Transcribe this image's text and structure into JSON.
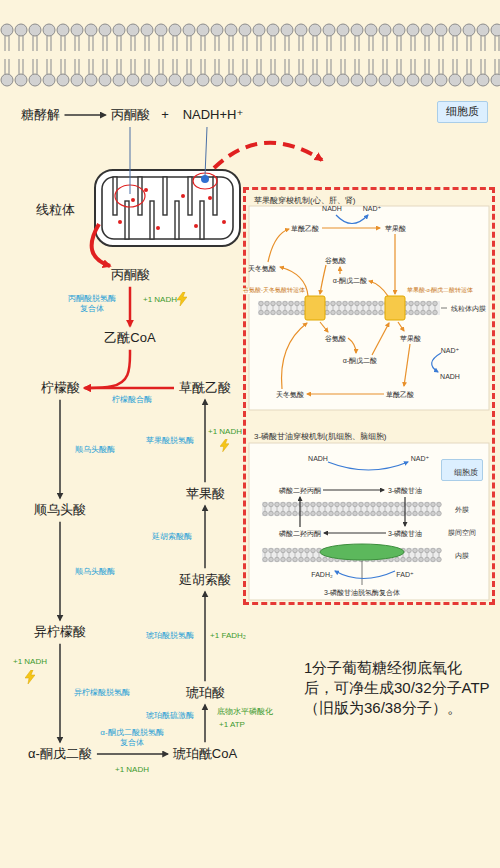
{
  "diagram": {
    "nodes": [
      {
        "text": [
          "糖酵解"
        ]
      },
      {
        "text": [
          "丙酮酸"
        ]
      },
      {
        "text": [
          "细胞质"
        ]
      },
      {
        "text": [
          "丙酮酸"
        ]
      },
      {
        "text": [
          "乙酰CoA"
        ]
      },
      {
        "text": [
          "柠檬酸"
        ]
      },
      {
        "text": [
          "草酰乙酸"
        ]
      },
      {
        "text": [
          "顺乌头酸"
        ]
      },
      {
        "text": [
          "苹果酸"
        ]
      },
      {
        "text": [
          "延胡索酸"
        ]
      },
      {
        "text": [
          "异柠檬酸"
        ]
      },
      {
        "text": [
          "琥珀酸"
        ]
      },
      {
        "text": [
          "α-酮戊二酸"
        ]
      },
      {
        "text": [
          "琥珀酰CoA"
        ]
      },
      {
        "text": [
          "苹果酸穿梭机制(心、肝、肾)",
          "3-磷酸甘油穿梭机制(肌细胞、脑细胞)"
        ]
      },
      {
        "text": [
          "细胞质"
        ],
        "in": 14
      }
    ],
    "edges": [
      {
        "from": 0,
        "to": 1,
        "arrow": "to"
      },
      {
        "from": 3,
        "to": 4,
        "arrow": "to",
        "label": "丙酮酸脱氢酶复合体"
      },
      {
        "from": 4,
        "to": 5,
        "arrow": "to"
      },
      {
        "from": 6,
        "to": 5,
        "arrow": "to",
        "label": "柠檬酸合酶"
      },
      {
        "from": 5,
        "to": 7,
        "arrow": "to",
        "label": "顺乌头酸酶"
      },
      {
        "from": 7,
        "to": 10,
        "arrow": "to",
        "label": "顺乌头酸酶"
      },
      {
        "from": 10,
        "to": 12,
        "arrow": "to",
        "label": "异柠檬酸脱氢酶"
      },
      {
        "from": 12,
        "to": 13,
        "arrow": "to",
        "label": "α-酮戊二酸脱氢酶复合体"
      },
      {
        "from": 13,
        "to": 11,
        "arrow": "to",
        "label": "琥珀酰硫激酶"
      },
      {
        "from": 11,
        "to": 9,
        "arrow": "to",
        "label": "琥珀酸脱氢酶"
      },
      {
        "from": 9,
        "to": 8,
        "arrow": "to",
        "label": "延胡索酸酶"
      },
      {
        "from": 8,
        "to": 6,
        "arrow": "to",
        "label": "苹果酸脱氢酶"
      }
    ],
    "labels": [
      "+",
      "NADH+H⁺",
      "线粒体",
      "+1 NADH",
      "+1 NADH",
      "+1 FADH₂",
      "底物水平磷酸化",
      "+1 ATP",
      "+1 NADH",
      "+1 NADH",
      "天冬氨酸",
      "草酰乙酸",
      "NADH",
      "NAD⁺",
      "苹果酸",
      "谷氨酸",
      "α-酮戊二酸",
      "谷氨酸-天冬氨酸转运体",
      "苹果酸-α-酮戊二酸转运体",
      "线粒体内膜",
      "苹果酸",
      "NAD⁺",
      "NADH",
      "草酰乙酸",
      "天冬氨酸",
      "谷氨酸",
      "α-酮戊二酸",
      "NADH",
      "NAD⁺",
      "磷酸二羟丙酮",
      "3-磷酸甘油",
      "外膜",
      "膜间空间",
      "磷酸二羟丙酮",
      "3-磷酸甘油",
      "内膜",
      "FADH₂",
      "FAD⁺",
      "3-磷酸甘油脱氢酶复合体",
      "1分子葡萄糖经彻底氧化后，可净生成30/32分子ATP（旧版为36/38分子）。"
    ]
  }
}
